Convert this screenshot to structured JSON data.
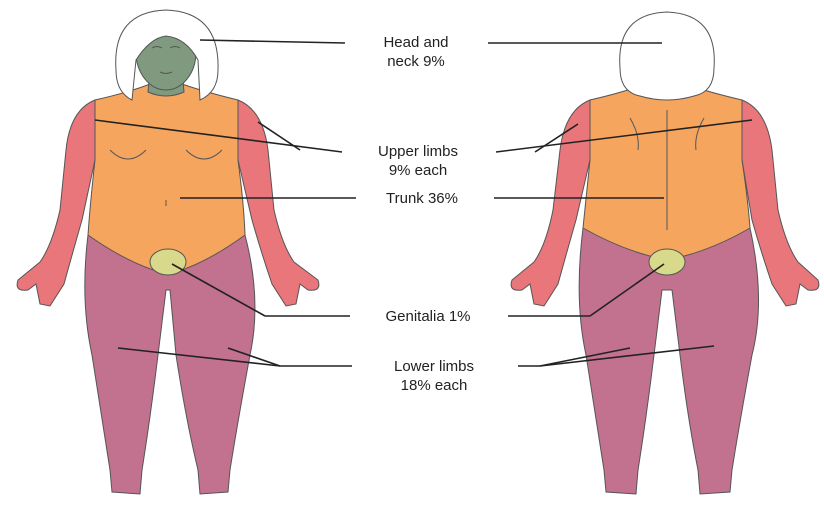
{
  "figure": {
    "colors": {
      "head_neck": "#7f9a7f",
      "upper_limbs": "#e8767a",
      "trunk": "#f6a55e",
      "genitalia": "#d8d98a",
      "lower_limbs": "#c2718f",
      "hair": "#ffffff",
      "outline": "#555555",
      "leader_line": "#222222"
    },
    "labels": {
      "head_neck": {
        "line1": "Head and",
        "line2": "neck 9%"
      },
      "upper_limbs": {
        "line1": "Upper limbs",
        "line2": "9% each"
      },
      "trunk": {
        "line1": "Trunk 36%"
      },
      "genitalia": {
        "line1": "Genitalia 1%"
      },
      "lower_limbs": {
        "line1": "Lower limbs",
        "line2": "18% each"
      }
    },
    "views": [
      "anterior",
      "posterior"
    ]
  }
}
